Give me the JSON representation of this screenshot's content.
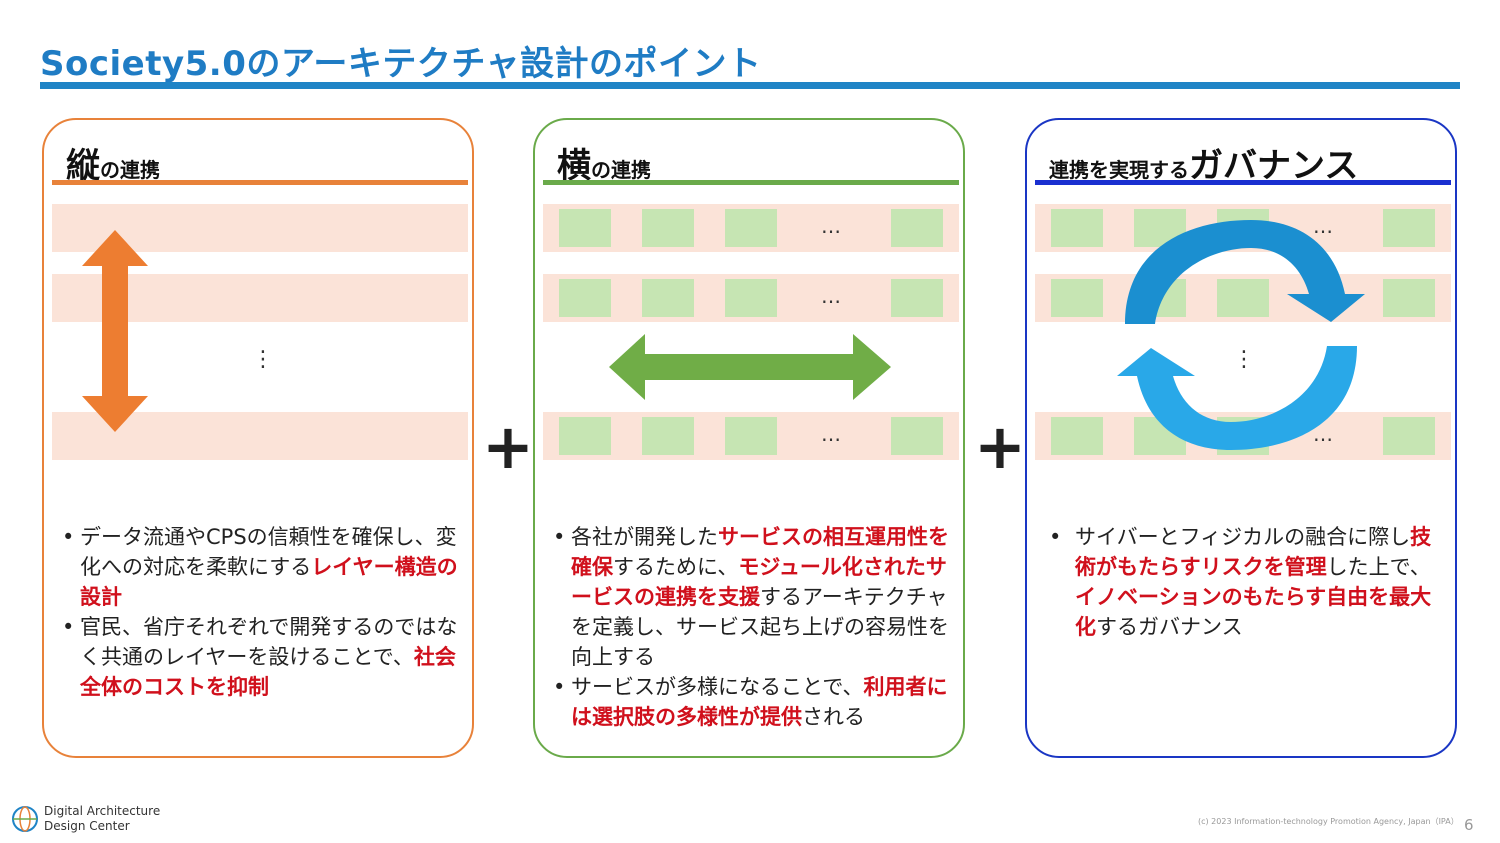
{
  "title": "Society5.0のアーキテクチャ設計のポイント",
  "panels": {
    "vertical": {
      "heading_big": "縦",
      "heading_small": "の連携",
      "bullets": [
        {
          "parts": [
            {
              "t": "データ流通やCPSの信頼性を確保し、変化への対応を柔軟にする",
              "red": false
            },
            {
              "t": "レイヤー構造の設計",
              "red": true
            }
          ]
        },
        {
          "parts": [
            {
              "t": "官民、省庁それぞれで開発するのではなく共通のレイヤーを設けることで、",
              "red": false
            },
            {
              "t": "社会全体のコストを抑制",
              "red": true
            }
          ]
        }
      ]
    },
    "horizontal": {
      "heading_big": "横",
      "heading_small": "の連携",
      "bullets": [
        {
          "parts": [
            {
              "t": "各社が開発した",
              "red": false
            },
            {
              "t": "サービスの相互運用性を確保",
              "red": true
            },
            {
              "t": "するために、",
              "red": false
            },
            {
              "t": "モジュール化されたサービスの連携を支援",
              "red": true
            },
            {
              "t": "するアーキテクチャを定義し、サービス起ち上げの容易性を向上する",
              "red": false
            }
          ]
        },
        {
          "parts": [
            {
              "t": "サービスが多様になることで、",
              "red": false
            },
            {
              "t": "利用者には選択肢の多様性が提供",
              "red": true
            },
            {
              "t": "される",
              "red": false
            }
          ]
        }
      ]
    },
    "governance": {
      "heading_small": "連携を実現する",
      "heading_big": "ガバナンス",
      "bullets": [
        {
          "parts": [
            {
              "t": "サイバーとフィジカルの融合に際し",
              "red": false
            },
            {
              "t": "技術がもたらすリスクを管理",
              "red": true
            },
            {
              "t": "した上で、",
              "red": false
            },
            {
              "t": "イノベーションのもたらす自由を最大化",
              "red": true
            },
            {
              "t": "するガバナンス",
              "red": false
            }
          ]
        }
      ]
    }
  },
  "ellipsis_h": "…",
  "ellipsis_v": "⋮",
  "plus_sign": "+",
  "bullet_char": "•",
  "footer": {
    "logo_line1": "Digital Architecture",
    "logo_line2": "Design Center",
    "copyright": "(c) 2023 Information-technology Promotion Agency, Japan（IPA）",
    "page_number": "6"
  },
  "colors": {
    "title": "#1f7cc4",
    "vertical": "#e8823a",
    "horizontal": "#6aaa4a",
    "governance": "#1a36c4",
    "emphasis": "#d0101c",
    "band": "#fbe3d8",
    "block": "#c6e5b3"
  },
  "icons": [
    "vertical-double-arrow-icon",
    "horizontal-double-arrow-icon",
    "cycle-arrows-icon",
    "logo-globe-icon"
  ]
}
